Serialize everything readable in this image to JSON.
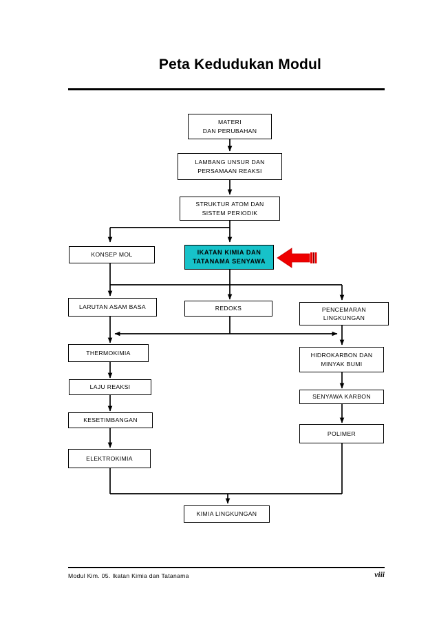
{
  "document": {
    "title": "Peta Kedudukan Modul",
    "footer_text": "Modul Kim. 05. Ikatan Kimia dan Tatanama",
    "page_number": "viii"
  },
  "colors": {
    "highlight_fill": "#17c2c9",
    "pointer_arrow": "#ee0000",
    "pointer_arrow_tail": "#8b0000",
    "line": "#000000",
    "background": "#ffffff"
  },
  "flowchart": {
    "type": "flowchart",
    "orientation": "top-down",
    "nodes": [
      {
        "id": "materi",
        "line1": "MATERI",
        "line2": "DAN PERUBAHAN",
        "highlight": false
      },
      {
        "id": "lambang",
        "line1": "LAMBANG UNSUR DAN",
        "line2": "PERSAMAAN REAKSI",
        "highlight": false
      },
      {
        "id": "struktur",
        "line1": "STRUKTUR ATOM DAN",
        "line2": "SISTEM PERIODIK",
        "highlight": false
      },
      {
        "id": "konsep-mol",
        "line1": "KONSEP MOL",
        "line2": "",
        "highlight": false
      },
      {
        "id": "ikatan-kimia",
        "line1": "IKATAN KIMIA DAN",
        "line2": "TATANAMA SENYAWA",
        "highlight": true
      },
      {
        "id": "larutan",
        "line1": "LARUTAN ASAM BASA",
        "line2": "",
        "highlight": false
      },
      {
        "id": "redoks",
        "line1": "REDOKS",
        "line2": "",
        "highlight": false
      },
      {
        "id": "pencemaran",
        "line1": "PENCEMARAN",
        "line2": "LINGKUNGAN",
        "highlight": false
      },
      {
        "id": "thermokimia",
        "line1": "THERMOKIMIA",
        "line2": "",
        "highlight": false
      },
      {
        "id": "hidrokarbon",
        "line1": "HIDROKARBON DAN",
        "line2": "MINYAK BUMI",
        "highlight": false
      },
      {
        "id": "laju-reaksi",
        "line1": "LAJU REAKSI",
        "line2": "",
        "highlight": false
      },
      {
        "id": "senyawa-karbon",
        "line1": "SENYAWA KARBON",
        "line2": "",
        "highlight": false
      },
      {
        "id": "kesetimbangan",
        "line1": "KESETIMBANGAN",
        "line2": "",
        "highlight": false
      },
      {
        "id": "polimer",
        "line1": "POLIMER",
        "line2": "",
        "highlight": false
      },
      {
        "id": "elektrokimia",
        "line1": "ELEKTROKIMIA",
        "line2": "",
        "highlight": false
      },
      {
        "id": "kimia-lingkungan",
        "line1": "KIMIA LINGKUNGAN",
        "line2": "",
        "highlight": false
      }
    ],
    "edges": [
      "materi -> lambang",
      "lambang -> struktur",
      "struktur -> konsep-mol",
      "struktur -> ikatan-kimia",
      "konsep-mol -> larutan",
      "ikatan-kimia -> redoks",
      "ikatan-kimia -> pencemaran",
      "larutan -> thermokimia",
      "redoks -> thermokimia",
      "pencemaran -> hidrokarbon",
      "thermokimia -> laju-reaksi",
      "laju-reaksi -> kesetimbangan",
      "kesetimbangan -> elektrokimia",
      "hidrokarbon -> senyawa-karbon",
      "senyawa-karbon -> polimer",
      "polimer -> kimia-lingkungan",
      "elektrokimia -> kimia-lingkungan"
    ],
    "pointer": {
      "target": "ikatan-kimia",
      "direction": "left",
      "label": "current-module-pointer"
    }
  }
}
